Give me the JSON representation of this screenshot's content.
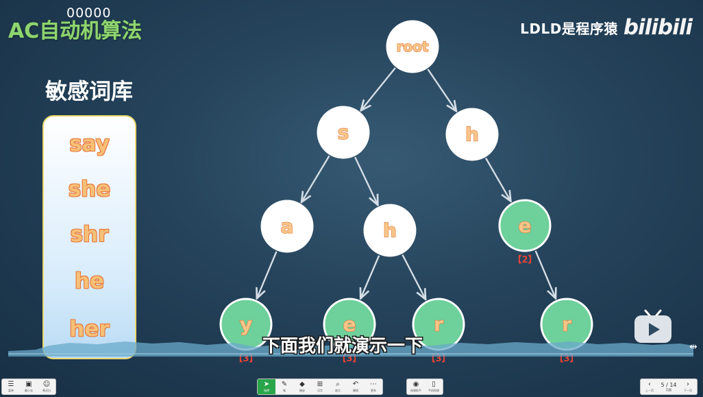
{
  "header": {
    "counter": "00000",
    "title": "AC自动机算法",
    "brand_text": "LDLD是程序猿",
    "brand_logo": "bilibili"
  },
  "lexicon": {
    "title": "敏感词库",
    "words": [
      "say",
      "she",
      "shr",
      "he",
      "her"
    ]
  },
  "tree": {
    "nodes": [
      {
        "id": "root",
        "label": "root",
        "terminal": false
      },
      {
        "id": "s",
        "label": "s",
        "terminal": false
      },
      {
        "id": "h1",
        "label": "h",
        "terminal": false
      },
      {
        "id": "a",
        "label": "a",
        "terminal": false
      },
      {
        "id": "h2",
        "label": "h",
        "terminal": false
      },
      {
        "id": "e1",
        "label": "e",
        "terminal": true,
        "count": "【2】"
      },
      {
        "id": "y",
        "label": "y",
        "terminal": true,
        "count": "【3】"
      },
      {
        "id": "e2",
        "label": "e",
        "terminal": true,
        "count": "【3】"
      },
      {
        "id": "r1",
        "label": "r",
        "terminal": true,
        "count": "【3】"
      },
      {
        "id": "r2",
        "label": "r",
        "terminal": true,
        "count": "【3】"
      }
    ],
    "edges": [
      [
        "root",
        "s"
      ],
      [
        "root",
        "h1"
      ],
      [
        "s",
        "a"
      ],
      [
        "s",
        "h2"
      ],
      [
        "h1",
        "e1"
      ],
      [
        "a",
        "y"
      ],
      [
        "h2",
        "e2"
      ],
      [
        "h2",
        "r1"
      ],
      [
        "e1",
        "r2"
      ]
    ],
    "colors": {
      "node_fill": "#ffffff",
      "terminal_fill": "#6ed09a",
      "edge": "#d4dde6",
      "label_fill": "#f8c68a",
      "label_stroke": "#e57a3c",
      "count": "#e64236"
    }
  },
  "subtitle": "下面我们就演示一下",
  "toolbar": {
    "left": [
      {
        "icon": "menu-icon",
        "label": "菜单"
      },
      {
        "icon": "minimize-icon",
        "label": "最小化"
      },
      {
        "icon": "avatar-icon",
        "label": "希沃白"
      }
    ],
    "center": [
      {
        "icon": "cursor-icon",
        "label": "选择",
        "active": true
      },
      {
        "icon": "pen-icon",
        "label": "笔"
      },
      {
        "icon": "eraser-icon",
        "label": "橡皮"
      },
      {
        "icon": "grid-icon",
        "label": "汉字"
      },
      {
        "icon": "zoom-icon",
        "label": "放大"
      },
      {
        "icon": "undo-icon",
        "label": "撤销"
      },
      {
        "icon": "more-icon",
        "label": "更多"
      }
    ],
    "right_tools": [
      {
        "icon": "camera-icon",
        "label": "授课助手"
      },
      {
        "icon": "phone-icon",
        "label": "手机授课"
      }
    ],
    "nav": {
      "prev_label": "上一页",
      "page": "5 / 14",
      "page_label": "页面",
      "next_label": "下一页"
    }
  }
}
